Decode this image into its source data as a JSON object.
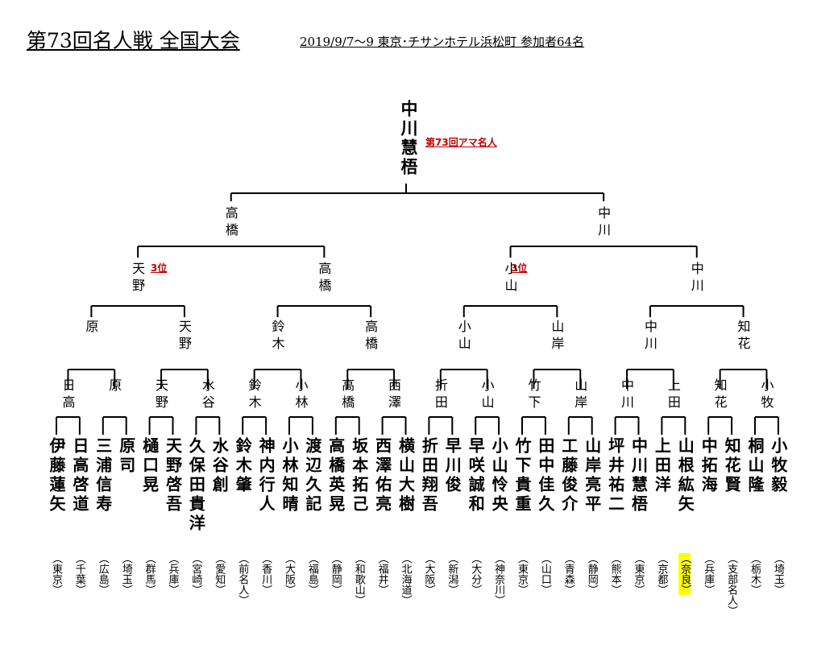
{
  "header": {
    "title": "第73回名人戦  全国大会",
    "subtitle": "2019/9/7～9  東京･チサンホテル浜松町  参加者64名"
  },
  "champion": {
    "name": "中川慧梧",
    "note": "第73回アマ名人"
  },
  "third_place": [
    "3位",
    "3位"
  ],
  "round_labels": {
    "final": [
      "高橋",
      "中川"
    ],
    "semi": [
      "天野",
      "高橋",
      "小山",
      "中川"
    ],
    "quarter": [
      "原",
      "天野",
      "鈴木",
      "高橋",
      "小山",
      "山岸",
      "中川",
      "知花"
    ],
    "r16": [
      "日高",
      "原",
      "天野",
      "水谷",
      "鈴木",
      "小林",
      "高橋",
      "西澤",
      "折田",
      "小山",
      "竹下",
      "山岸",
      "中川",
      "上田",
      "知花",
      "小牧"
    ]
  },
  "players": [
    {
      "name": "伊藤蓮矢",
      "pref": "（東京）"
    },
    {
      "name": "日高啓道",
      "pref": "（千葉）"
    },
    {
      "name": "三浦信寿",
      "pref": "（広島）"
    },
    {
      "name": "原司",
      "pref": "（埼玉）"
    },
    {
      "name": "樋口晃",
      "pref": "（群馬）"
    },
    {
      "name": "天野啓吾",
      "pref": "（兵庫）"
    },
    {
      "name": "久保田貴洋",
      "pref": "（宮崎）"
    },
    {
      "name": "水谷創",
      "pref": "（愛知）"
    },
    {
      "name": "鈴木肇",
      "pref": "（前名人）"
    },
    {
      "name": "神内行人",
      "pref": "（香川）"
    },
    {
      "name": "小林知晴",
      "pref": "（大阪）"
    },
    {
      "name": "渡辺久記",
      "pref": "（福島）"
    },
    {
      "name": "高橋英晃",
      "pref": "（静岡）"
    },
    {
      "name": "坂本拓己",
      "pref": "（和歌山）"
    },
    {
      "name": "西澤佑亮",
      "pref": "（福井）"
    },
    {
      "name": "横山大樹",
      "pref": "（北海道）"
    },
    {
      "name": "折田翔吾",
      "pref": "（大阪）"
    },
    {
      "name": "早川俊",
      "pref": "（新潟）"
    },
    {
      "name": "早咲誠和",
      "pref": "（大分）"
    },
    {
      "name": "小山怜央",
      "pref": "（神奈川）"
    },
    {
      "name": "竹下貴重",
      "pref": "（東京）"
    },
    {
      "name": "田中佳久",
      "pref": "（山口）"
    },
    {
      "name": "工藤俊介",
      "pref": "（青森）"
    },
    {
      "name": "山岸亮平",
      "pref": "（静岡）"
    },
    {
      "name": "坪井祐二",
      "pref": "（熊本）"
    },
    {
      "name": "中川慧梧",
      "pref": "（東京）"
    },
    {
      "name": "上田洋",
      "pref": "（京都）"
    },
    {
      "name": "山根紘矢",
      "pref": "（奈良）"
    },
    {
      "name": "中拓海",
      "pref": "（兵庫）"
    },
    {
      "name": "知花賢",
      "pref": "（支部名人）"
    },
    {
      "name": "桐山隆",
      "pref": "（栃木）"
    },
    {
      "name": "小牧毅",
      "pref": "（埼玉）"
    }
  ],
  "highlight_color": "#ffff00",
  "note_color": "#c00000"
}
